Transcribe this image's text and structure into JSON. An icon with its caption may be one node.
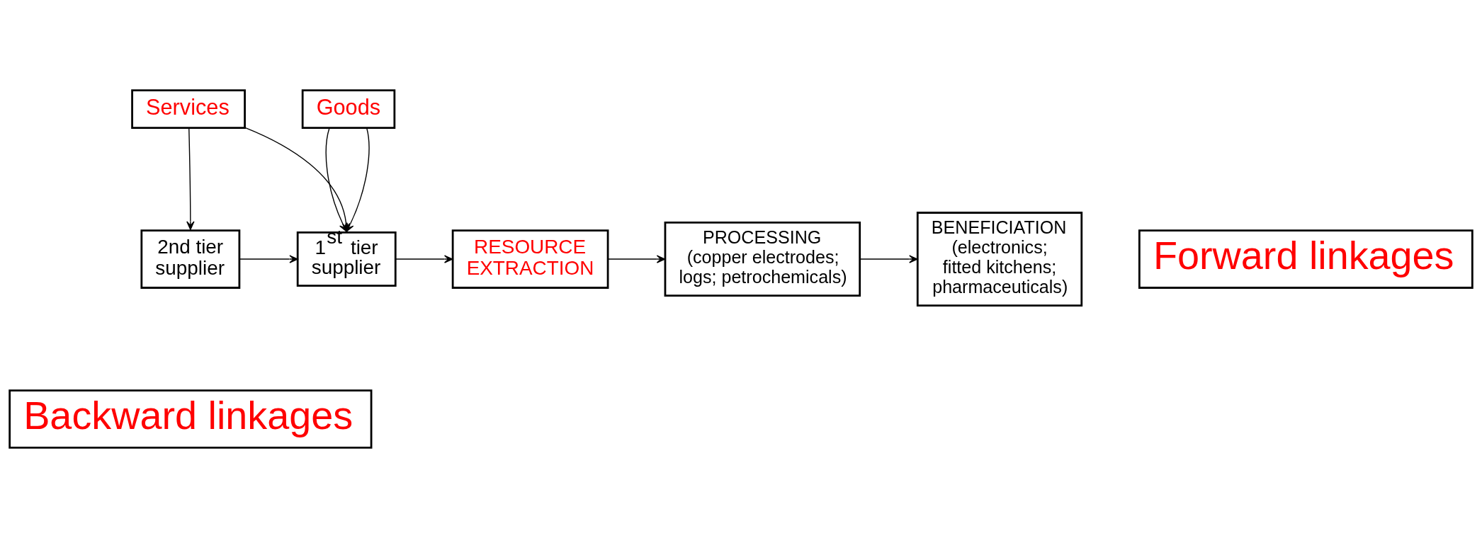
{
  "diagram": {
    "nodes": [
      {
        "text": [
          "Services"
        ]
      },
      {
        "text": [
          "Goods"
        ]
      },
      {
        "text": [
          "Forward linkages"
        ]
      },
      {
        "text": [
          "2nd tier supplier"
        ]
      },
      {
        "text": [
          "1$^{st}$ tier supplier"
        ]
      },
      {
        "text": [
          "RESOURCE EXTRACTION"
        ]
      },
      {
        "text": [
          "PROCESSING",
          "(copper electrodes; logs; petrochemicals)"
        ]
      },
      {
        "text": [
          "BENEFICIATION",
          "(electronics; fitted kitchens; pharmaceuticals)"
        ]
      },
      {
        "text": [
          "Backward linkages"
        ]
      }
    ],
    "edges": [
      {
        "from": 0,
        "to": 3,
        "arrow": "to"
      },
      {
        "from": 0,
        "to": 4,
        "arrow": "to"
      },
      {
        "from": 1,
        "to": 4,
        "arrow": "to"
      },
      {
        "from": 1,
        "to": 4,
        "arrow": "to"
      },
      {
        "from": 3,
        "to": 4,
        "arrow": "to"
      },
      {
        "from": 4,
        "to": 5,
        "arrow": "to"
      },
      {
        "from": 5,
        "to": 6,
        "arrow": "to"
      },
      {
        "from": 6,
        "to": 7,
        "arrow": "to"
      }
    ]
  }
}
